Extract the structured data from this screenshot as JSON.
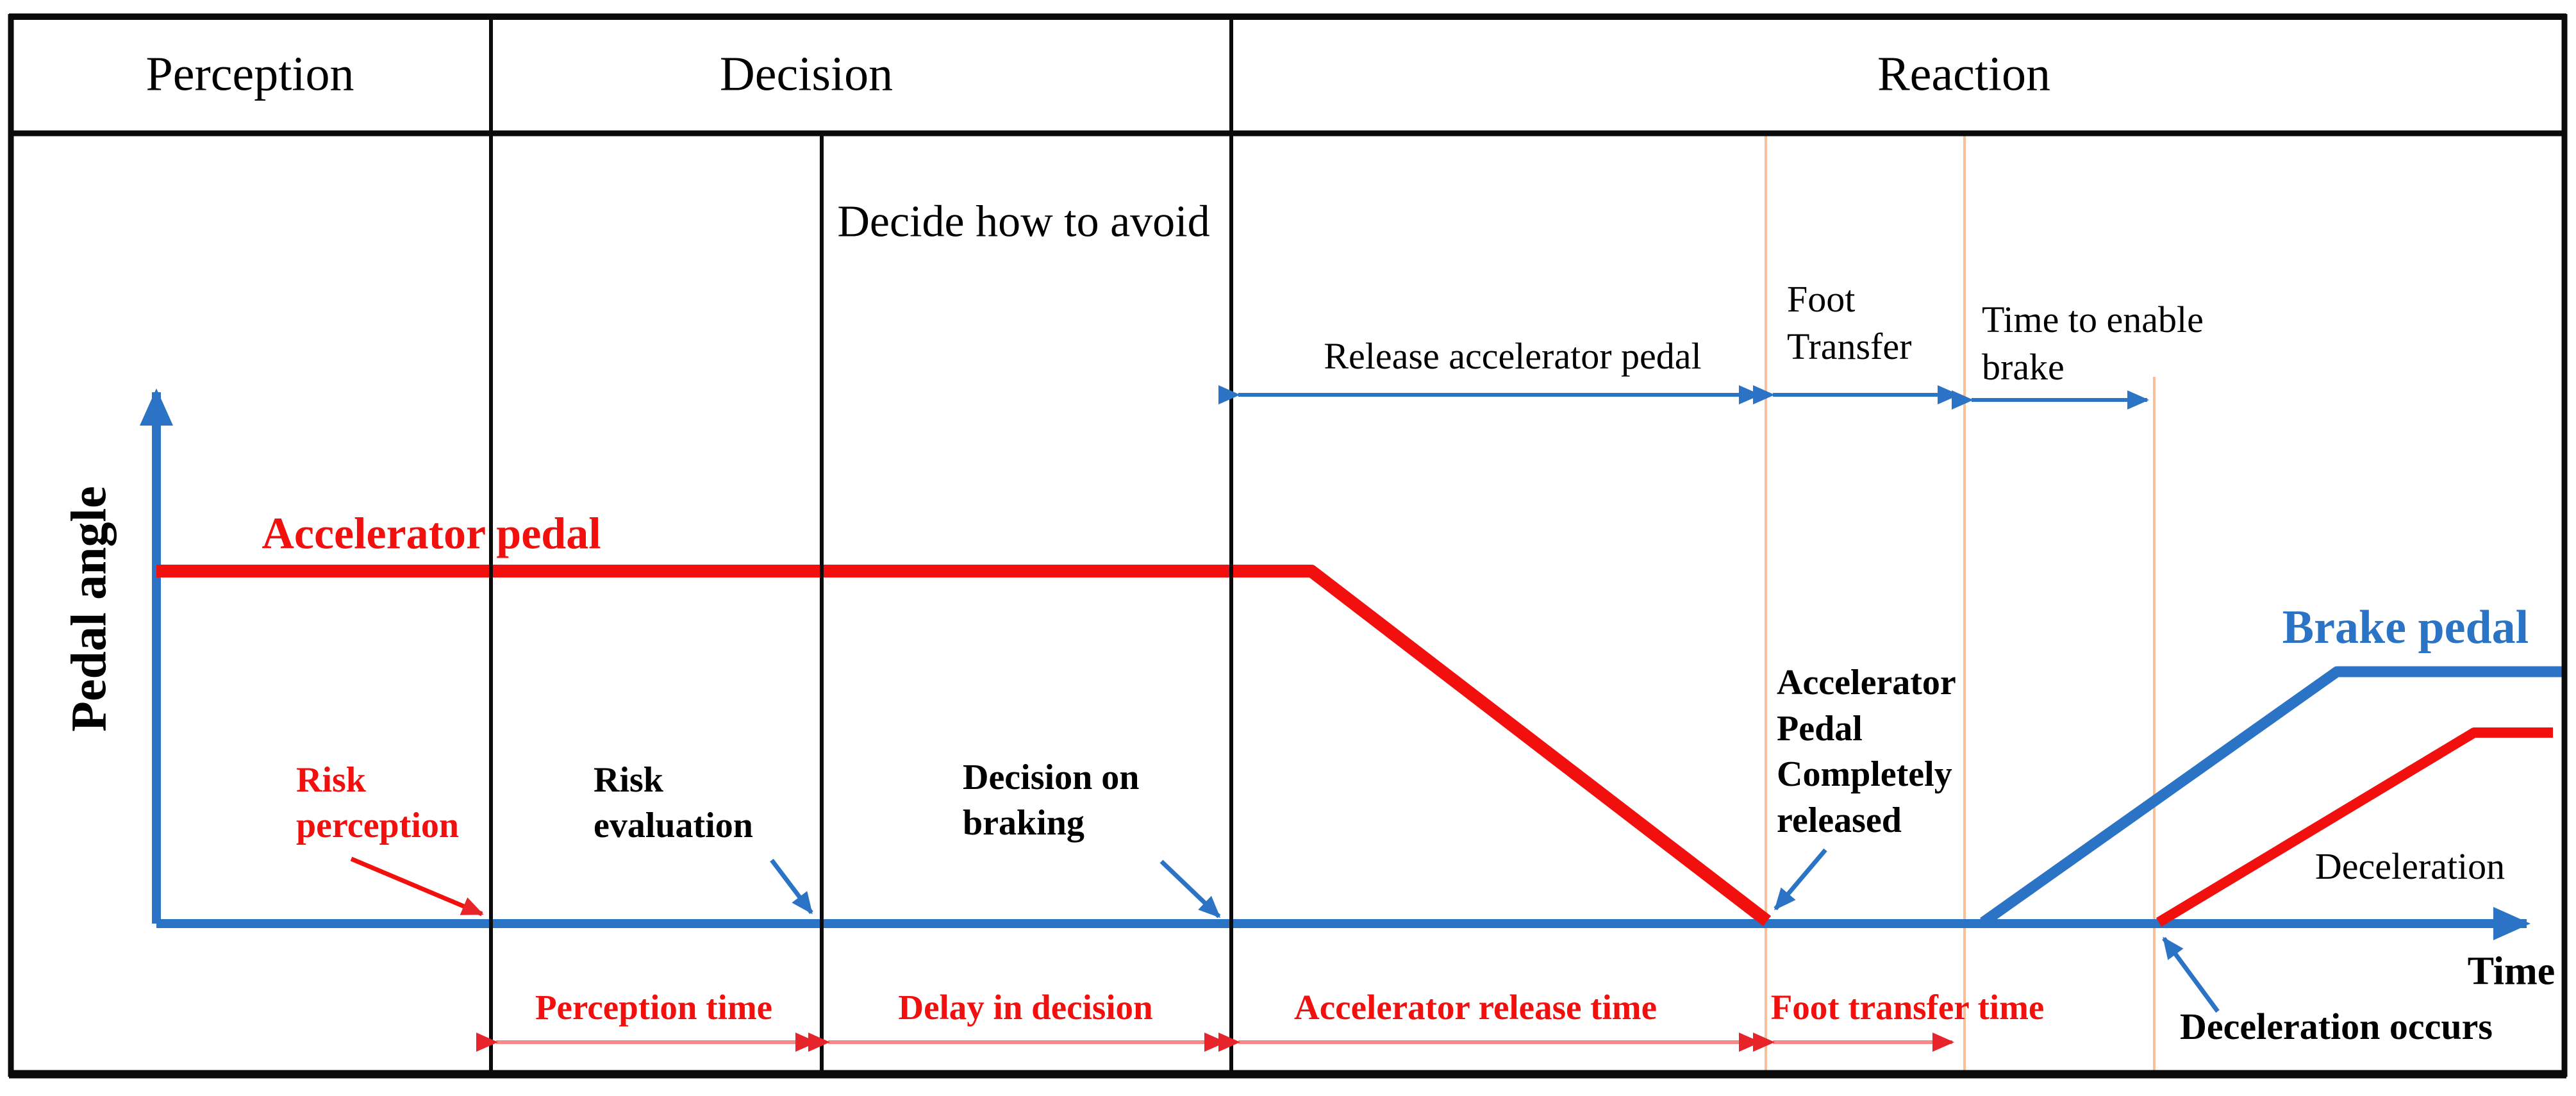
{
  "colors": {
    "red": "#f2100e",
    "red_arrow_line": "#f58a8a",
    "red_arrow_head": "#e8242b",
    "blue": "#2b73c4",
    "orange_guide": "#f8bf98",
    "black": "#0b0b0b"
  },
  "header": {
    "phases": [
      {
        "label": "Perception"
      },
      {
        "label": "Decision"
      },
      {
        "label": "Reaction"
      }
    ]
  },
  "axes": {
    "y_label": "Pedal angle",
    "x_label": "Time"
  },
  "series": {
    "accelerator": {
      "label": "Accelerator pedal"
    },
    "brake": {
      "label": "Brake pedal"
    }
  },
  "annotations": {
    "decide": "Decide how to avoid",
    "release_accelerator": "Release accelerator pedal",
    "foot_transfer": "Foot\nTransfer",
    "time_to_enable_brake": "Time to enable\nbrake",
    "risk_perception": "Risk\nperception",
    "risk_evaluation": "Risk\nevaluation",
    "decision_on_braking": "Decision on\nbraking",
    "accelerator_released": "Accelerator\nPedal\nCompletely\nreleased",
    "deceleration": "Deceleration",
    "deceleration_occurs": "Deceleration occurs"
  },
  "durations": {
    "perception_time": "Perception time",
    "delay_in_decision": "Delay in decision",
    "accelerator_release_time": "Accelerator release time",
    "foot_transfer_time": "Foot transfer time"
  }
}
